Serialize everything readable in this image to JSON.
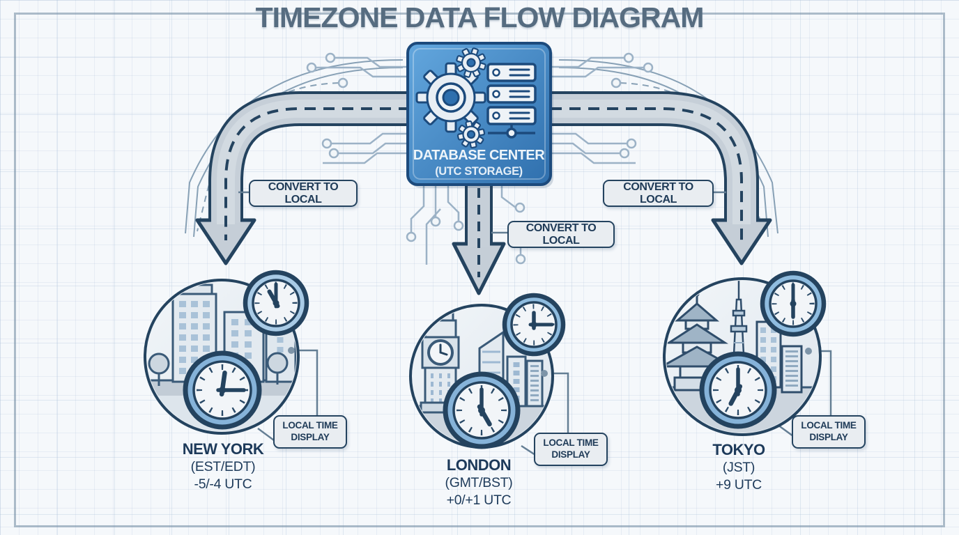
{
  "title": "TIMEZONE DATA FLOW DIAGRAM",
  "database_center": {
    "label": "DATABASE CENTER",
    "sublabel": "(UTC STORAGE)",
    "icons": [
      "gear-icon",
      "small-gear-icon",
      "server-rack-icon",
      "network-node-icon"
    ]
  },
  "flow_labels": {
    "convert_left": "CONVERT TO LOCAL",
    "convert_middle": "CONVERT TO LOCAL",
    "convert_right": "CONVERT TO LOCAL"
  },
  "display_labels": {
    "new_york": "LOCAL TIME\nDISPLAY",
    "london": "LOCAL TIME\nDISPLAY",
    "tokyo": "LOCAL TIME\nDISPLAY"
  },
  "cities": [
    {
      "name": "NEW YORK",
      "timezone": "(EST/EDT)",
      "utc_offset": "-5/-4 UTC",
      "icons": [
        "skyline-icon",
        "tree-icon",
        "clock-icon"
      ],
      "clock_times": [
        "11:00",
        "12:15"
      ]
    },
    {
      "name": "LONDON",
      "timezone": "(GMT/BST)",
      "utc_offset": "+0/+1 UTC",
      "icons": [
        "big-ben-icon",
        "skyline-icon",
        "clock-icon"
      ],
      "clock_times": [
        "12:15",
        "5:00"
      ]
    },
    {
      "name": "TOKYO",
      "timezone": "(JST)",
      "utc_offset": "+9 UTC",
      "icons": [
        "pagoda-icon",
        "skytree-icon",
        "skyline-icon",
        "clock-icon"
      ],
      "clock_times": [
        "6:00",
        "7:00"
      ]
    }
  ],
  "colors": {
    "database_box": "#3e82c0",
    "outline_navy": "#24435f",
    "pipe_gray": "#c6cfd8",
    "label_bg": "#e9edf1",
    "clock_ring": "#86b3d9",
    "circuit_trace": "#9cb2c6",
    "background": "#f5f8fb"
  }
}
